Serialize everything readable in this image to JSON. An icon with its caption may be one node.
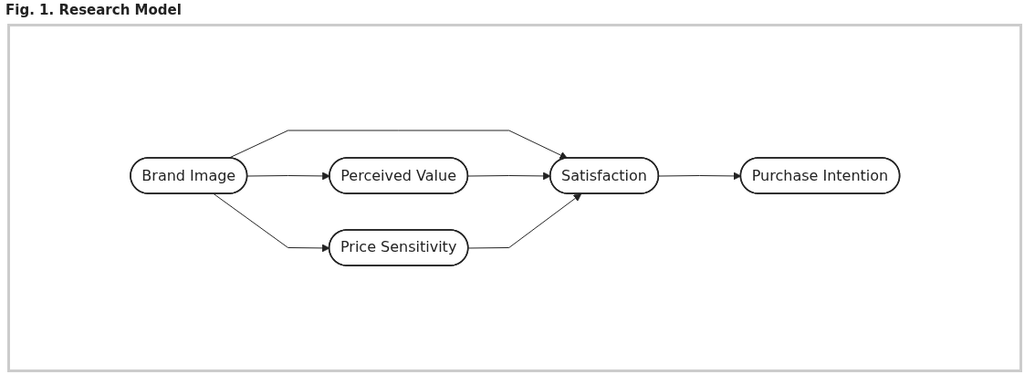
{
  "diagram": {
    "title": "Fig. 1. Research Model",
    "nodes": [
      {
        "text": [
          "Brand Image"
        ]
      },
      {
        "text": [
          "Perceived Value"
        ]
      },
      {
        "text": [
          "Price Sensitivity"
        ]
      },
      {
        "text": [
          "Satisfaction"
        ]
      },
      {
        "text": [
          "Purchase Intention"
        ]
      }
    ],
    "edges": [
      {
        "from": 0,
        "to": 1,
        "arrow": "to"
      },
      {
        "from": 0,
        "to": 3,
        "arrow": "to"
      },
      {
        "from": 0,
        "to": 2,
        "arrow": "to"
      },
      {
        "from": 1,
        "to": 3,
        "arrow": "to"
      },
      {
        "from": 2,
        "to": 3,
        "arrow": "to"
      },
      {
        "from": 3,
        "to": 4,
        "arrow": "to"
      }
    ]
  }
}
